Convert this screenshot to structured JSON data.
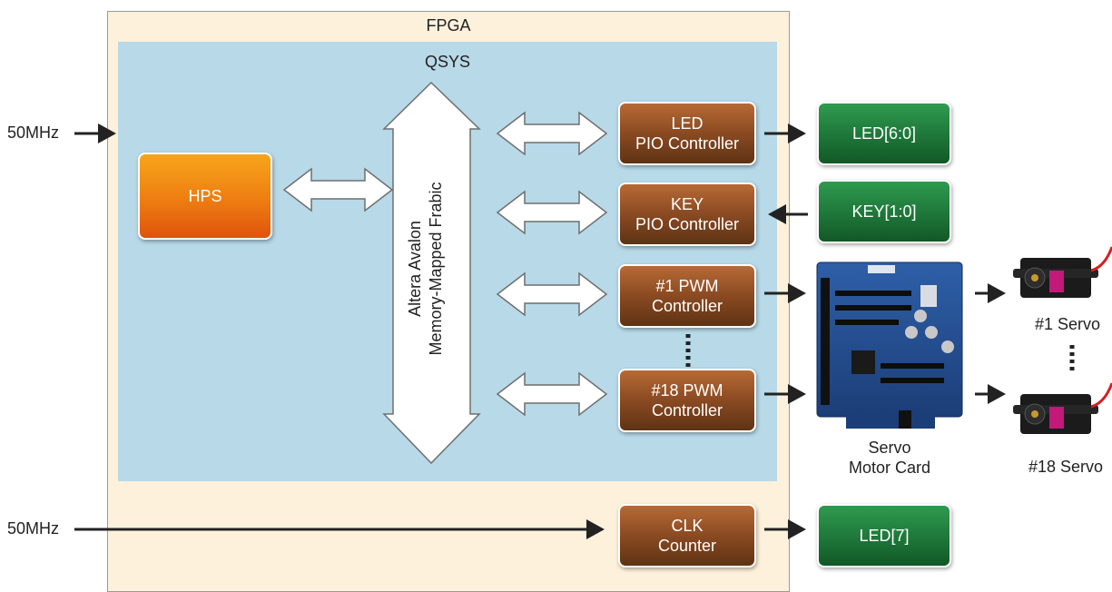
{
  "fpga": {
    "label": "FPGA"
  },
  "qsys": {
    "label": "QSYS"
  },
  "clock_inputs": [
    "50MHz",
    "50MHz"
  ],
  "hps": {
    "label": "HPS"
  },
  "bus": {
    "line1": "Altera Avalon",
    "line2": "Memory-Mapped Frabic"
  },
  "controllers": {
    "led_pio": "LED\nPIO Controller",
    "key_pio": "KEY\nPIO Controller",
    "pwm1": "#1 PWM\nController",
    "pwm18": "#18 PWM\nController",
    "clk_counter": "CLK\nCounter"
  },
  "outputs": {
    "led_6_0": "LED[6:0]",
    "key_1_0": "KEY[1:0]",
    "led_7": "LED[7]"
  },
  "servo_card": {
    "label": "Servo\nMotor Card"
  },
  "servos": {
    "first": "#1 Servo",
    "last": "#18 Servo"
  },
  "colors": {
    "fpga": "#fdf1dc",
    "qsys": "#b7d9e8",
    "hps": "#ee7d11",
    "controller": "#8a4a22",
    "output": "#1f7a3b",
    "arrow": "#222222"
  }
}
